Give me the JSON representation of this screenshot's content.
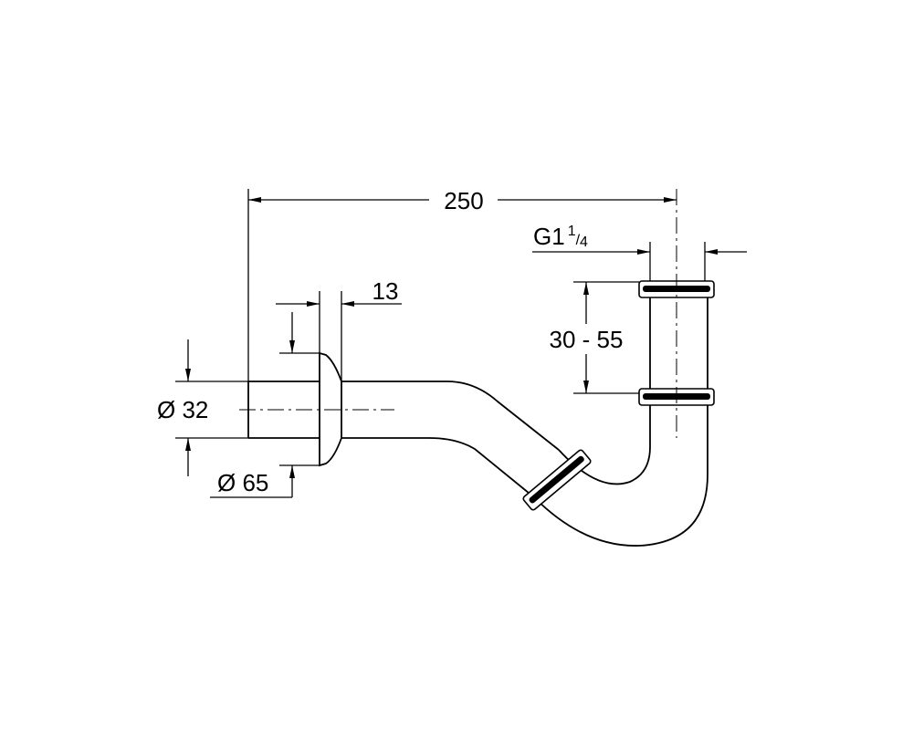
{
  "dimensions": {
    "overall_length": "250",
    "thread_prefix": "G1",
    "thread_numerator": "1",
    "thread_denominator": "4",
    "adjust_range": "30 - 55",
    "flange_thickness": "13",
    "pipe_diameter": "Ø 32",
    "flange_diameter": "Ø 65"
  }
}
